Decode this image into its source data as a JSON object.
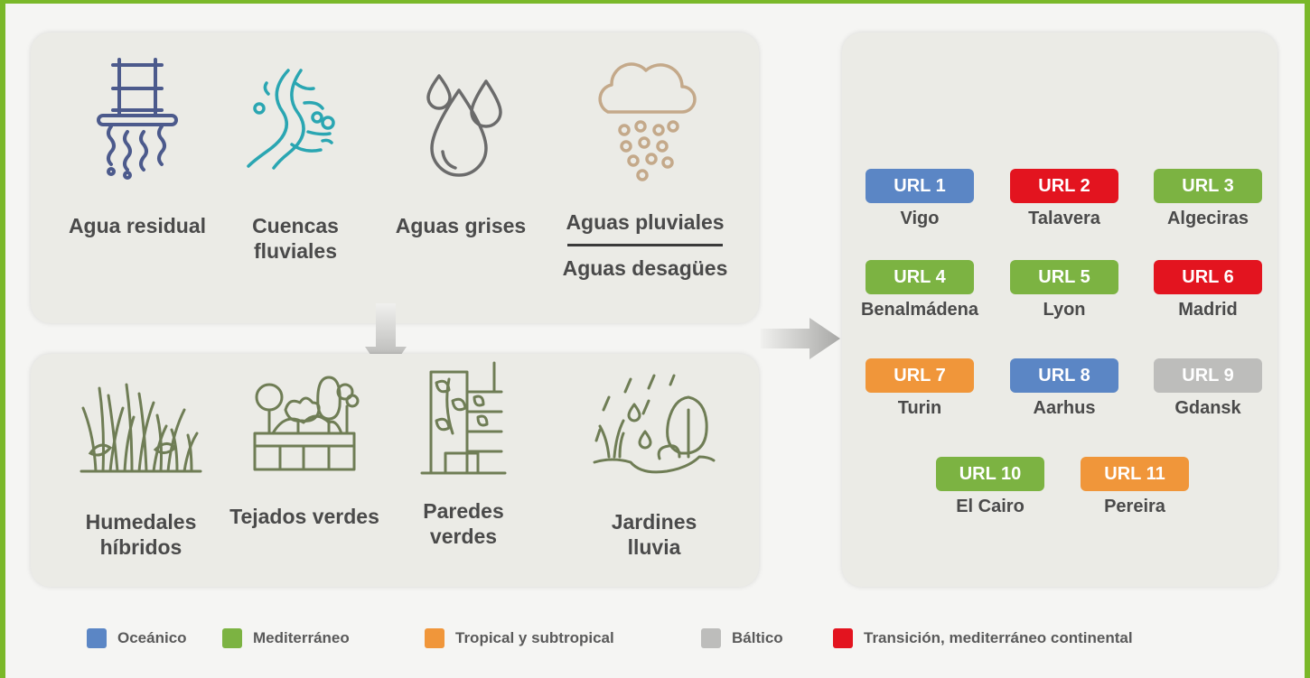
{
  "colors": {
    "frame": "#7ab829",
    "oceanico": "#5b86c5",
    "mediterraneo": "#7cb342",
    "tropical": "#f0963a",
    "baltico": "#bdbdbb",
    "transicion": "#e3141f",
    "icon_water": "#4c5a8c",
    "icon_river": "#2aa6b2",
    "icon_grey": "#6b6b6b",
    "icon_rain": "#c4a98a",
    "icon_green": "#6f7d55"
  },
  "sources": [
    {
      "label": "Agua residual",
      "icon": "wastewater-grate-icon"
    },
    {
      "label": "Cuencas\nfluviales",
      "icon": "river-basin-icon"
    },
    {
      "label": "Aguas grises",
      "icon": "water-drops-icon"
    },
    {
      "label": "Aguas pluviales",
      "label2": "Aguas desagües",
      "icon": "rain-cloud-icon"
    }
  ],
  "solutions": [
    {
      "label": "Humedales\nhíbridos",
      "icon": "wetland-reeds-icon"
    },
    {
      "label": "Tejados verdes",
      "icon": "green-roof-icon"
    },
    {
      "label": "Paredes\nverdes",
      "icon": "green-wall-icon"
    },
    {
      "label": "Jardines\nlluvia",
      "icon": "rain-garden-icon"
    }
  ],
  "urls": [
    {
      "code": "URL 1",
      "city": "Vigo",
      "climate": "oceanico"
    },
    {
      "code": "URL 2",
      "city": "Talavera",
      "climate": "transicion"
    },
    {
      "code": "URL 3",
      "city": "Algeciras",
      "climate": "mediterraneo"
    },
    {
      "code": "URL 4",
      "city": "Benalmádena",
      "climate": "mediterraneo"
    },
    {
      "code": "URL 5",
      "city": "Lyon",
      "climate": "mediterraneo"
    },
    {
      "code": "URL 6",
      "city": "Madrid",
      "climate": "transicion"
    },
    {
      "code": "URL 7",
      "city": "Turin",
      "climate": "tropical"
    },
    {
      "code": "URL 8",
      "city": "Aarhus",
      "climate": "oceanico"
    },
    {
      "code": "URL 9",
      "city": "Gdansk",
      "climate": "baltico"
    },
    {
      "code": "URL 10",
      "city": "El Cairo",
      "climate": "mediterraneo"
    },
    {
      "code": "URL 11",
      "city": "Pereira",
      "climate": "tropical"
    }
  ],
  "legend": [
    {
      "key": "oceanico",
      "label": "Oceánico"
    },
    {
      "key": "mediterraneo",
      "label": "Mediterráneo"
    },
    {
      "key": "tropical",
      "label": "Tropical y subtropical"
    },
    {
      "key": "baltico",
      "label": "Báltico"
    },
    {
      "key": "transicion",
      "label": "Transición, mediterráneo continental"
    }
  ]
}
